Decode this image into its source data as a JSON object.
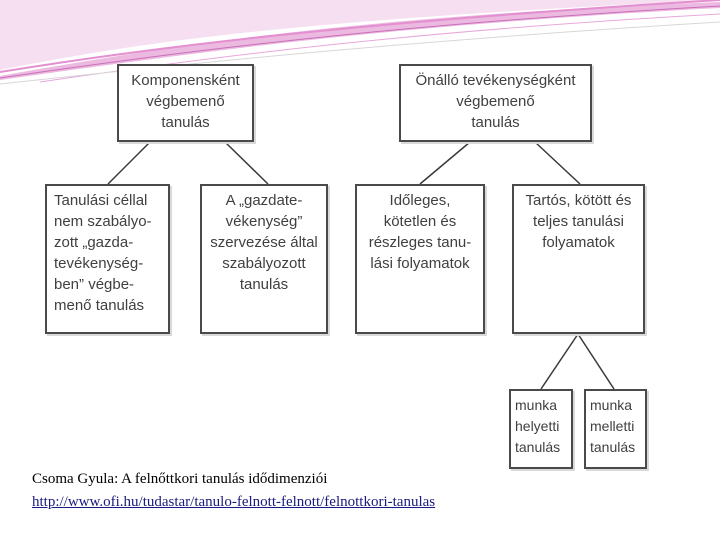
{
  "diagram": {
    "top_left": "Komponensként\nvégbemenő\ntanulás",
    "top_right": "Önálló tevékenységként\nvégbemenő\ntanulás",
    "child_1": "Tanulási céllal\nnem szabályo-\nzott „gazda-\ntevékenység-\nben” végbe-\nmenő tanulás",
    "child_2": "A „gazdate-\nvékenység”\nszervezése által\nszabályozott\ntanulás",
    "child_3": "Időleges,\nkötetlen és\nrészleges tanu-\nlási folyamatok",
    "child_4": "Tartós, kötött és\nteljes tanulási\nfolyamatok",
    "leaf_1": "munka\nhelyetti\ntanulás",
    "leaf_2": "munka\nmelletti\ntanulás"
  },
  "caption": "Csoma Gyula: A felnőttkori tanulás idődimenziói",
  "link": "http://www.ofi.hu/tudastar/tanulo-felnott-felnott/felnottkori-tanulas",
  "colors": {
    "accent": "#e38fd0",
    "border": "#4a4a4a",
    "link": "#1a1a80"
  }
}
